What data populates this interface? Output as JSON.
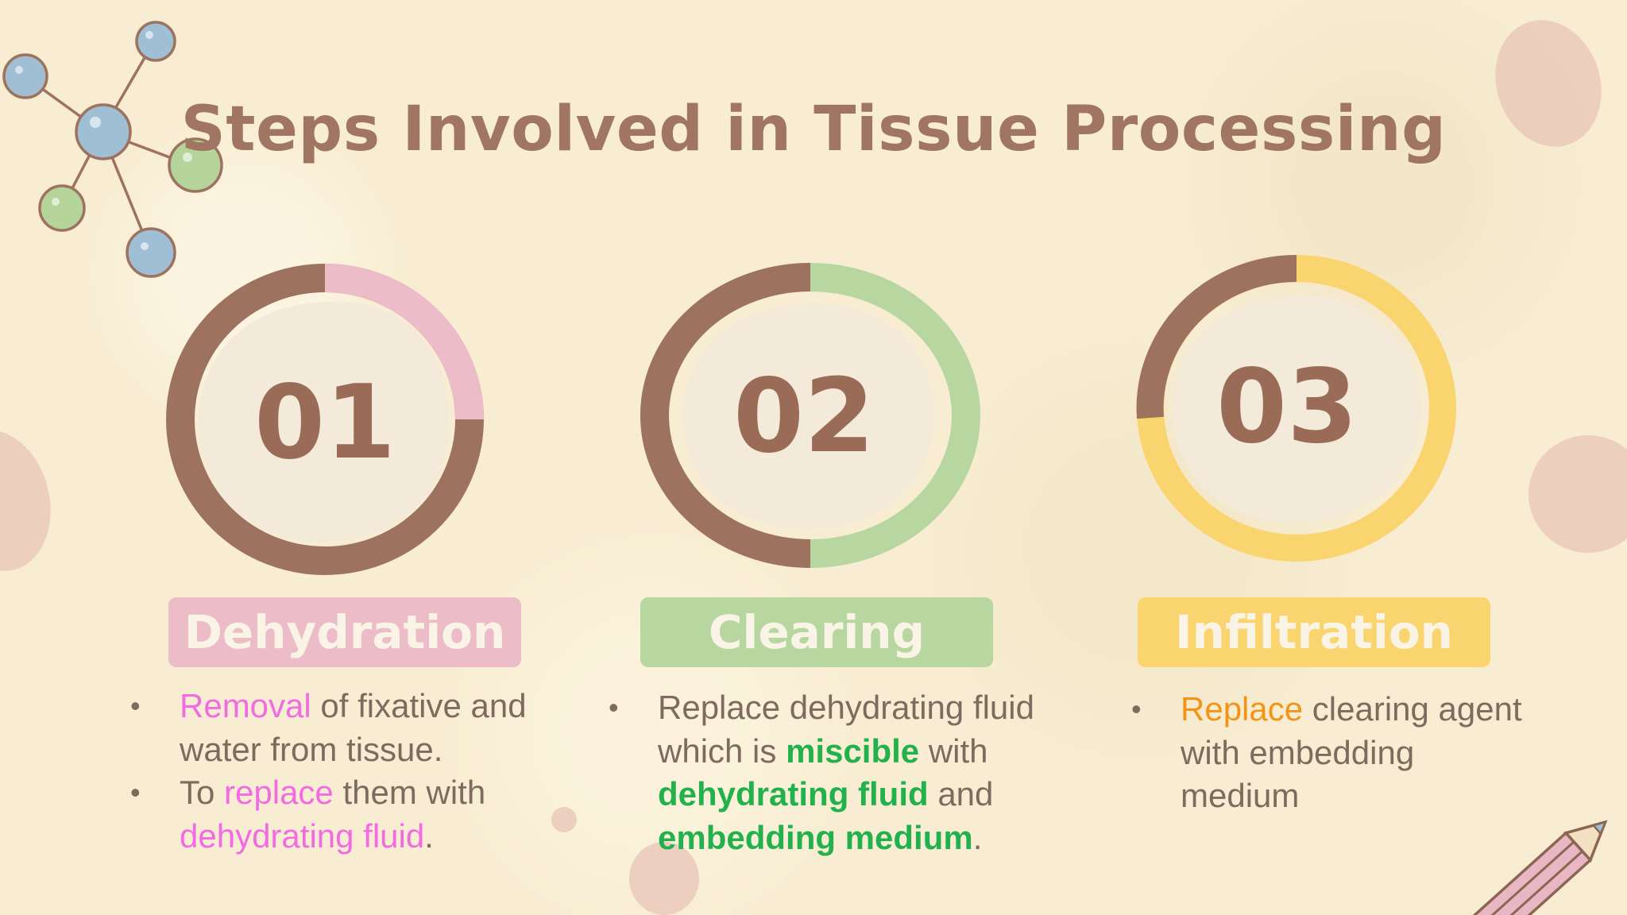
{
  "title": "Steps Involved in Tissue Processing",
  "colors": {
    "background": "#f8edd3",
    "brown": "#9d725e",
    "pink": "#ecbcc8",
    "green": "#b8d6a0",
    "yellow": "#f9d46f",
    "inner": "#f3ead9",
    "highlight_pink": "#f26be0",
    "highlight_green": "#22b14c",
    "highlight_orange": "#f39417"
  },
  "steps": [
    {
      "number": "01",
      "label": "Dehydration",
      "accent": "pink",
      "bullets": [
        {
          "parts": [
            {
              "text": "Removal",
              "hl": "pink"
            },
            {
              "text": " of fixative and water from tissue."
            }
          ]
        },
        {
          "parts": [
            {
              "text": "To "
            },
            {
              "text": "replace",
              "hl": "pink"
            },
            {
              "text": " them with "
            },
            {
              "text": "dehydrating fluid",
              "hl": "pink"
            },
            {
              "text": "."
            }
          ]
        }
      ]
    },
    {
      "number": "02",
      "label": "Clearing",
      "accent": "green",
      "bullets": [
        {
          "parts": [
            {
              "text": "Replace dehydrating fluid which is "
            },
            {
              "text": "miscible",
              "hl": "green"
            },
            {
              "text": " with "
            },
            {
              "text": "dehydrating fluid",
              "hl": "green"
            },
            {
              "text": " and "
            },
            {
              "text": "embedding medium",
              "hl": "green"
            },
            {
              "text": "."
            }
          ]
        }
      ]
    },
    {
      "number": "03",
      "label": "Infiltration",
      "accent": "yellow",
      "bullets": [
        {
          "parts": [
            {
              "text": "Replace",
              "hl": "orange"
            },
            {
              "text": " clearing agent with embedding medium"
            }
          ]
        }
      ]
    }
  ],
  "decorations": [
    "molecule-icon",
    "pencil-icon"
  ]
}
